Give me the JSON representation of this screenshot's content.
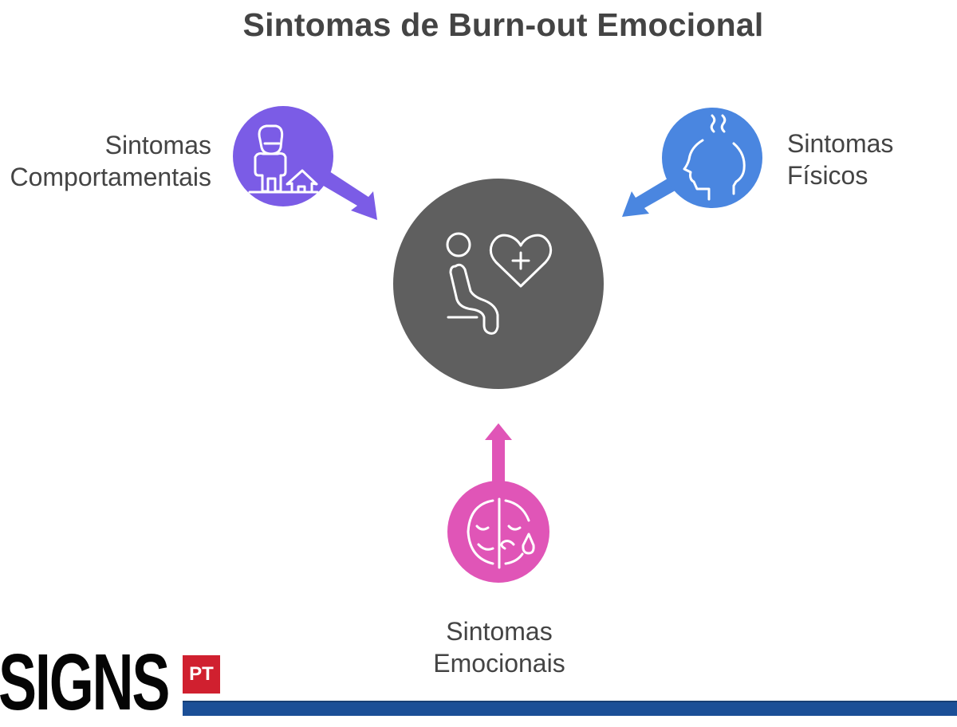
{
  "title": "Sintomas de Burn-out Emocional",
  "center": {
    "icon": "person-seated-heart-plus-icon",
    "color": "#5f5f5f"
  },
  "nodes": [
    {
      "id": "comportamentais",
      "label_line1": "Sintomas",
      "label_line2": "Comportamentais",
      "icon": "person-house-icon",
      "color": "#7b5ce6",
      "arrow_direction": "down-right"
    },
    {
      "id": "fisicos",
      "label_line1": "Sintomas",
      "label_line2": "Físicos",
      "icon": "head-steam-icon",
      "color": "#4a86e0",
      "arrow_direction": "down-left"
    },
    {
      "id": "emocionais",
      "label_line1": "Sintomas",
      "label_line2": "Emocionais",
      "icon": "sad-face-tear-icon",
      "color": "#e055b7",
      "arrow_direction": "up"
    }
  ],
  "branding": {
    "logo_text": "SIGNS",
    "badge_text": "PT",
    "badge_color": "#d0202f",
    "bar_color": "#1b4f97"
  }
}
